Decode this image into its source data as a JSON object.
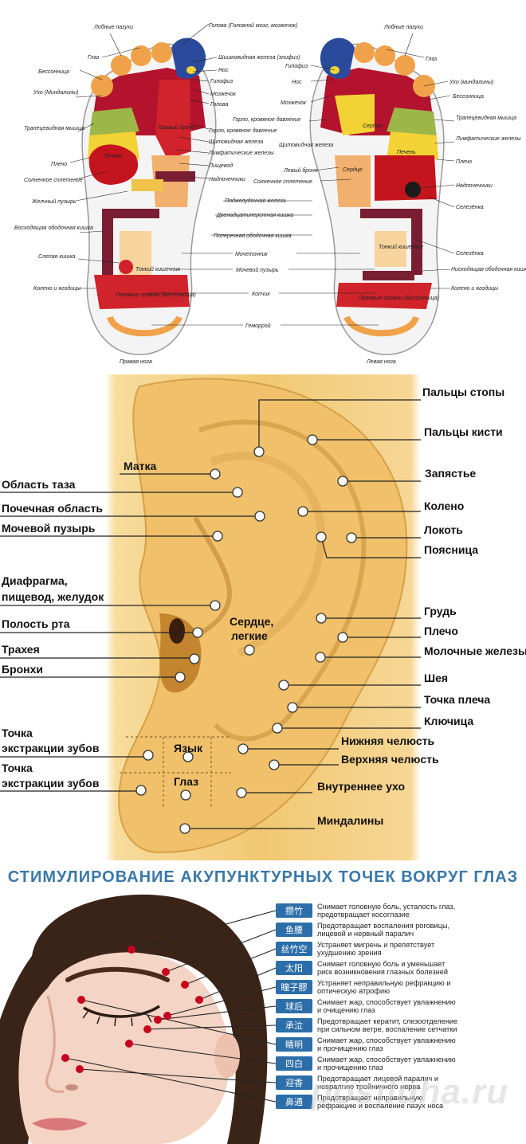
{
  "foot": {
    "labels_left": {
      "lobnye": "Лобные пазухи",
      "glaz": "Глаз",
      "bessonnica": "Бессонница",
      "ukho": "Ухо (Миндалины)",
      "trapec": "Трапецевидная мышца",
      "plecho": "Плечо",
      "solnech": "Солнечное сплетение",
      "zhelch": "Желчный пузырь",
      "voskhod": "Восходящая ободочная кишка",
      "slepaya": "Слепая кишка",
      "koleno": "Колено и ягодицы"
    },
    "labels_center": {
      "golova_mozg": "Голова (Головной мозг, мозжечок)",
      "shishk": "Шишковидная железа (эпифиз)",
      "nos": "Нос",
      "gipofiz": "Гипофиз",
      "mozzhechok_r": "Мозжечок",
      "golova": "Голова",
      "gorlo_r": "Горло, кровяное давление",
      "shchit_r": "Щитовидная железа",
      "limf_r": "Лимфатические железы",
      "pishchevod": "Пищевод",
      "nadpoch_r": "Надпочечники",
      "podzhel": "Поджелудочная железа",
      "dvenadc": "Двенадцатиперстная кишка",
      "poperech": "Поперечная ободочная кишка",
      "mochetochnik": "Мочеточник",
      "mochevoy": "Мочевой пузырь",
      "kopchik": "Копчик",
      "gemorroy": "Геморрой",
      "gipofiz_l": "Гипофиз",
      "nos_l": "Нос",
      "mozzhechok_l": "Мозжечок",
      "gorlo_l": "Горло, кровяное давление",
      "shchit_l": "Щитовидная железа",
      "levy_bronh": "Левый бронх",
      "solnech_l": "Солнечное сплетение"
    },
    "labels_right": {
      "lobnye": "Лобные пазухи",
      "glaz": "Глаз",
      "ukho": "Ухо (миндалины)",
      "bessonnica": "Бессонница",
      "trapec": "Трапецевидная мышца",
      "limf": "Лимфатические железы",
      "plecho": "Плечо",
      "nadpoch": "Надпочечники",
      "selezenka1": "Селезёнка",
      "selezenka2": "Селезёнка",
      "niskhod": "Нисходящая ободочная кишка",
      "koleno": "Колено и ягодицы"
    },
    "in_foot": {
      "pravy_bronh": "Правый бронх",
      "pechen_r": "Печень",
      "tonky_r": "Тонкий кишечник",
      "polovye_r": "Половые органы (Бессонница)",
      "serdce1": "Сердце",
      "pechen_l": "Печень",
      "serdce2": "Сердце",
      "tonky_l": "Тонкий кишечник",
      "polovye_l": "Половые органы (Бессонница)"
    },
    "caption_right_foot": "Правая нога",
    "caption_left_foot": "Левая нога"
  },
  "ear": {
    "left_labels": [
      "Матка",
      "Область таза",
      "Почечная область",
      "Мочевой пузырь",
      "Диафрагма,",
      "пищевод, желудок",
      "Полость рта",
      "Трахея",
      "Бронхи",
      "Точка",
      "экстракции зубов",
      "Точка",
      "экстракции зубов"
    ],
    "right_labels": [
      "Пальцы стопы",
      "Пальцы кисти",
      "Запястье",
      "Колено",
      "Локоть",
      "Поясница",
      "Грудь",
      "Плечо",
      "Молочные железы",
      "Шея",
      "Точка плеча",
      "Ключица",
      "Нижняя челюсть",
      "Верхняя челюсть",
      "Внутреннее ухо",
      "Миндалины"
    ],
    "inner_labels": {
      "heart1": "Сердце,",
      "heart2": "легкие",
      "tongue": "Язык",
      "eye": "Глаз"
    }
  },
  "eye": {
    "title": "СТИМУЛИРОВАНИЕ АКУПУНКТУРНЫХ ТОЧЕК ВОКРУГ ГЛАЗ",
    "points": [
      {
        "name": "攒竹",
        "line1": "Снимает головную боль, усталость глаз,",
        "line2": "предотвращает косоглазие"
      },
      {
        "name": "鱼腰",
        "line1": "Предотвращает воспаления роговицы,",
        "line2": "лицевой и нервный паралич"
      },
      {
        "name": "丝竹空",
        "line1": "Устраняет мигрень и препятствует",
        "line2": "ухудшению зрения"
      },
      {
        "name": "太阳",
        "line1": "Снимает головную боль и уменьшает",
        "line2": "риск возникновения глазных болезней"
      },
      {
        "name": "瞳子髎",
        "line1": "Устраняет неправильную рефракцию и",
        "line2": "оптическую атрофию"
      },
      {
        "name": "球后",
        "line1": "Снимает жар, способствует увлажнению",
        "line2": "и очищению глаз"
      },
      {
        "name": "承泣",
        "line1": "Предотвращает кератит, слезоотделение",
        "line2": "при сильном ветре, воспаление сетчатки"
      },
      {
        "name": "睛明",
        "line1": "Снимает жар, способствует увлажнению",
        "line2": "и прочищению глаз"
      },
      {
        "name": "四白",
        "line1": "Снимает жар, способствует увлажнению",
        "line2": "и прочищению глаз"
      },
      {
        "name": "迎香",
        "line1": "Предотвращает лицевой паралич и",
        "line2": "невралгию тройничного нерва"
      },
      {
        "name": "鼻通",
        "line1": "Предотвращает неправильную",
        "line2": "рефракцию и воспаление пазух носа"
      }
    ],
    "watermark": "posiluha.ru",
    "badge_color": "#2c6ea8",
    "point_color": "#c8001e"
  }
}
